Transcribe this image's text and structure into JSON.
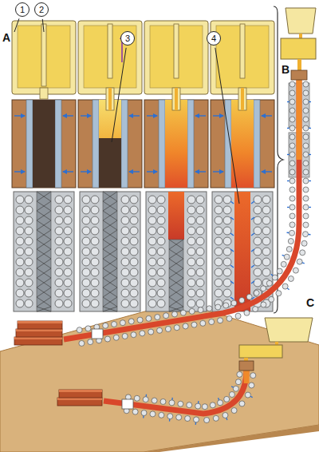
{
  "diagram": {
    "nodes": [
      {
        "text": [
          "1"
        ]
      },
      {
        "text": [
          "2"
        ]
      },
      {
        "text": [
          "3"
        ]
      },
      {
        "text": [
          "4"
        ]
      }
    ],
    "labels": [
      "A",
      "B",
      "C"
    ]
  }
}
